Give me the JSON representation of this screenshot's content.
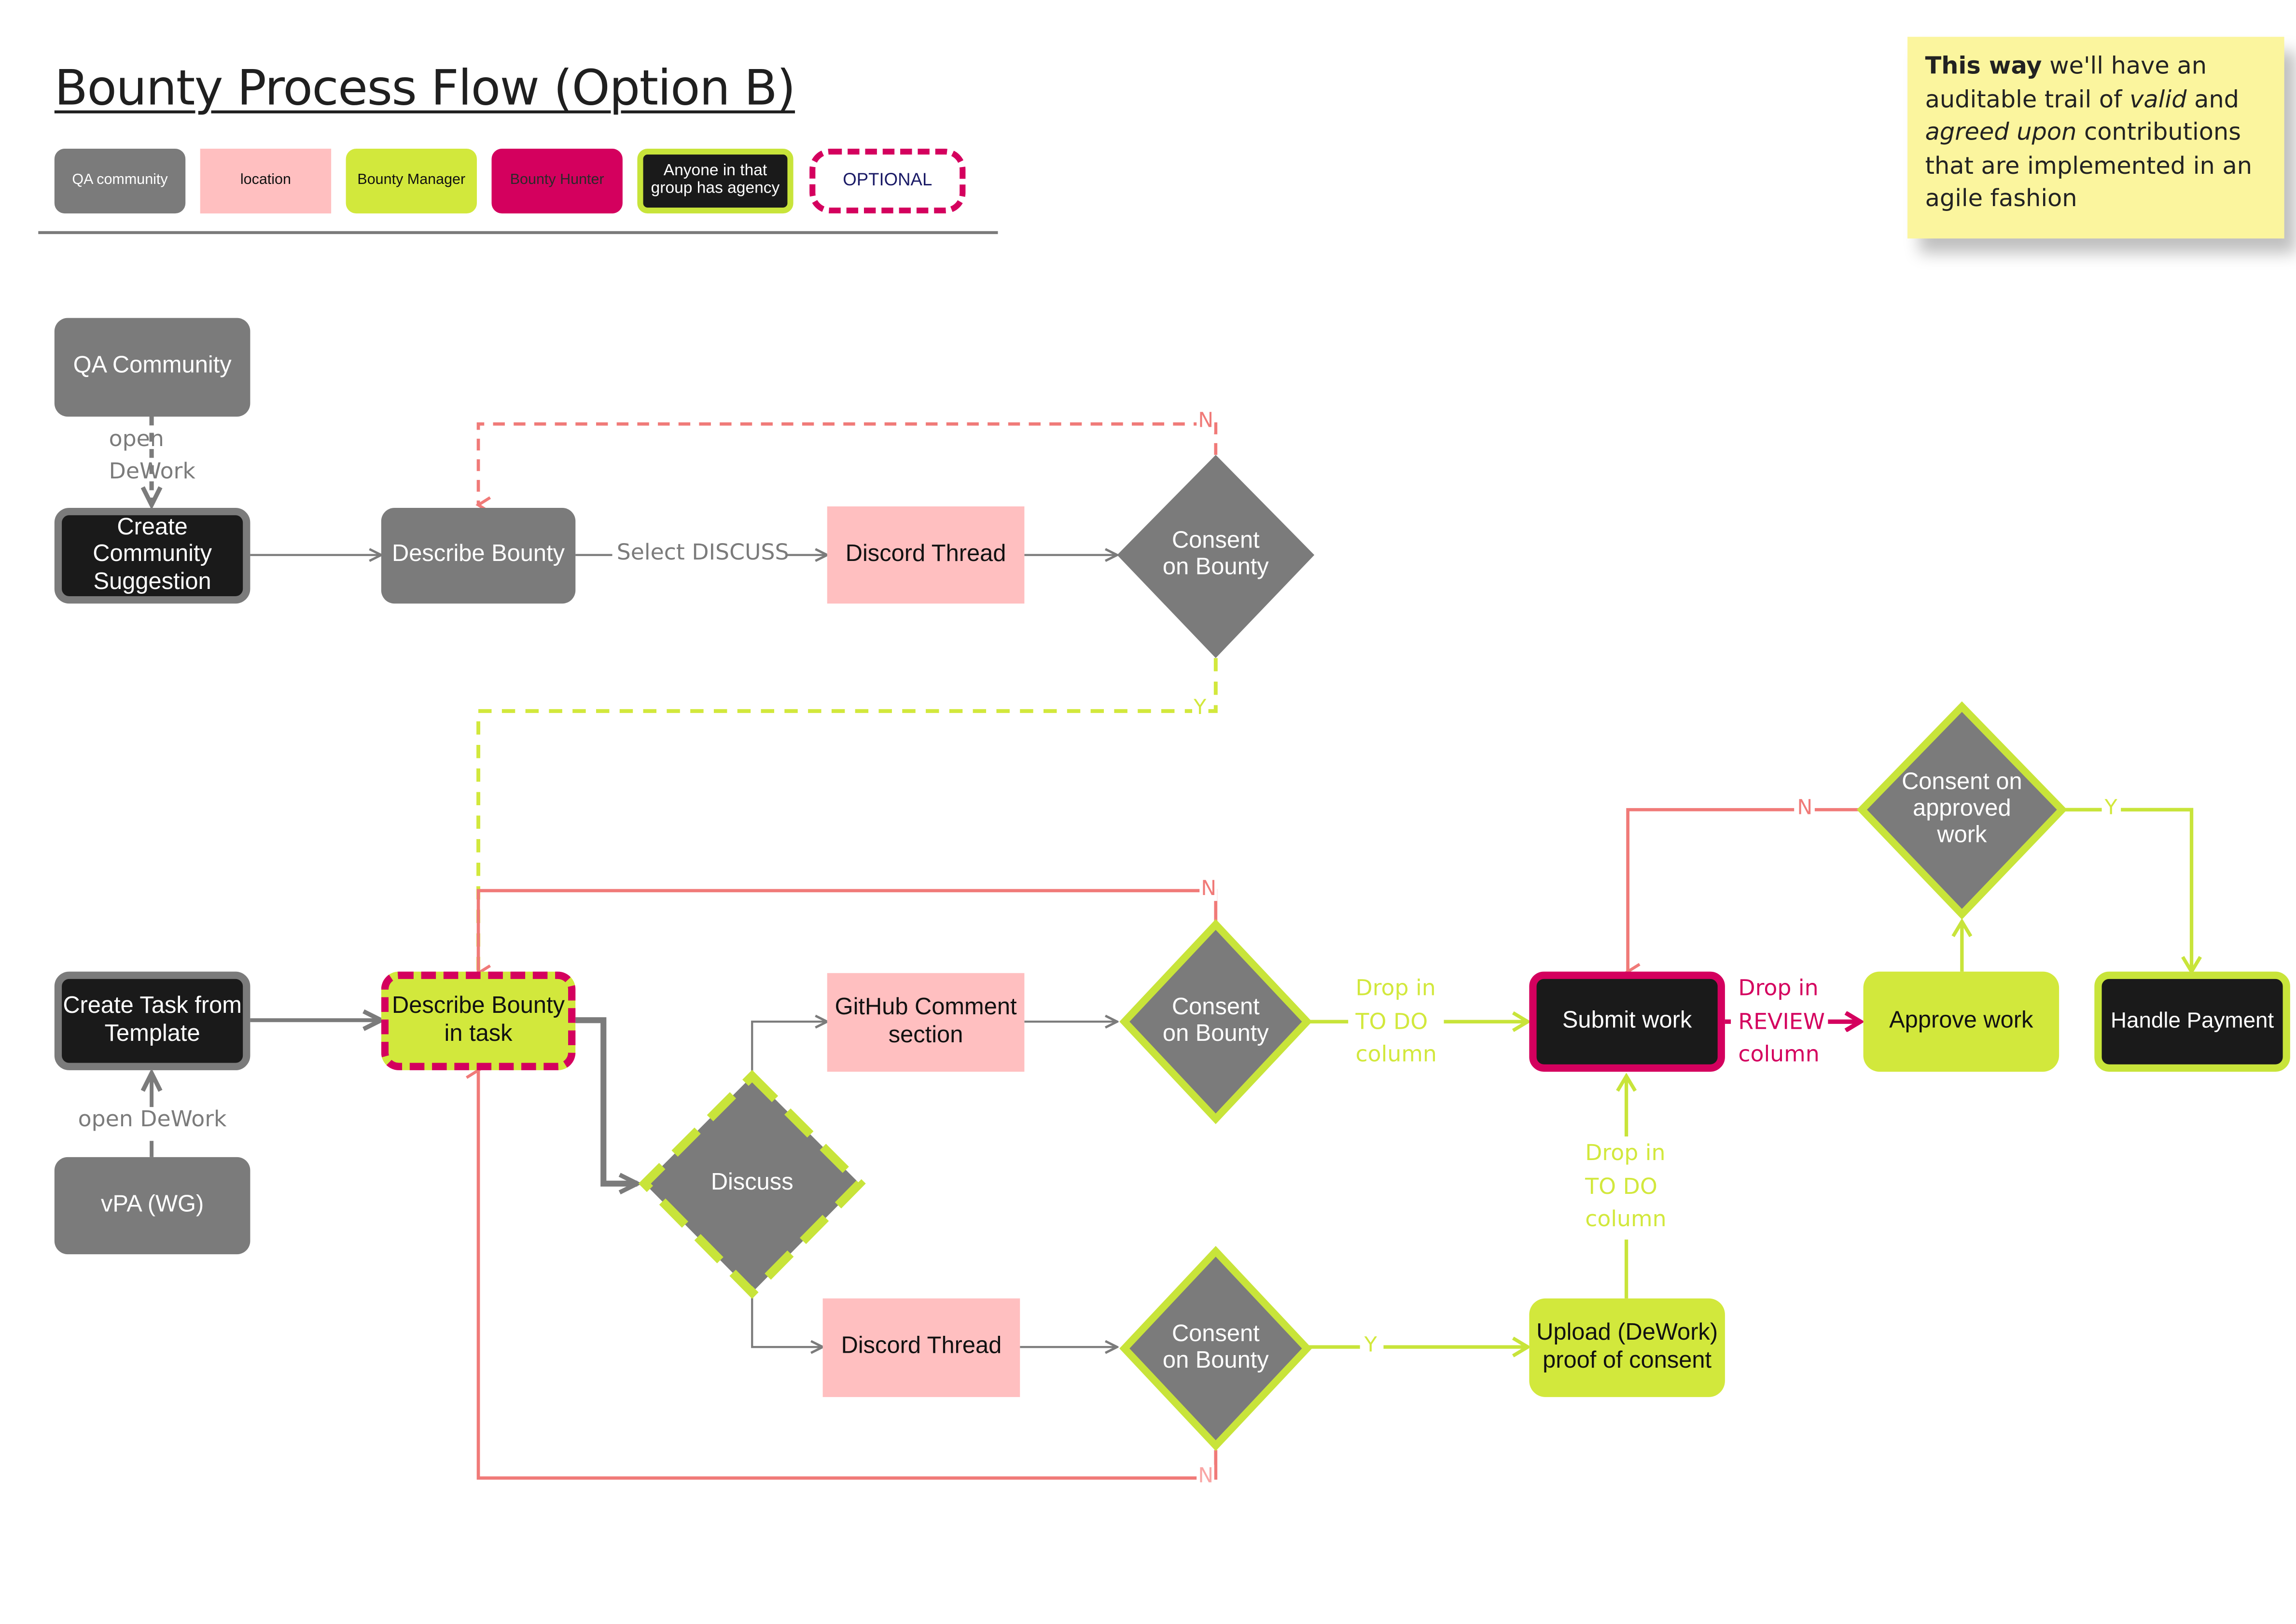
{
  "title": "Bounty Process Flow (Option B)",
  "legend": {
    "qa_community": "QA community",
    "location": "location",
    "bounty_manager": "Bounty Manager",
    "bounty_hunter": "Bounty Hunter",
    "agency": "Anyone in that group has agency",
    "optional": "OPTIONAL"
  },
  "note": {
    "bold": "This way",
    "t1": " we'll have an auditable trail of ",
    "i1": "valid",
    "t2": " and ",
    "i2": "agreed upon",
    "t3": " contributions that are implemented in an agile fashion"
  },
  "nodes": {
    "qa_community": "QA Community",
    "create_suggestion": "Create Community Suggestion",
    "describe_bounty": "Describe Bounty",
    "discord_thread_top": "Discord Thread",
    "consent_top": "Consent on Bounty",
    "create_task": "Create Task from Template",
    "vpa": "vPA (WG)",
    "describe_in_task": "Describe Bounty in task",
    "github": "GitHub Comment section",
    "discuss": "Discuss",
    "discord_thread_bottom": "Discord Thread",
    "consent_mid": "Consent on Bounty",
    "consent_low": "Consent on Bounty",
    "submit": "Submit work",
    "approve": "Approve work",
    "consent_approved": "Consent on approved work",
    "handle_payment": "Handle Payment",
    "upload": "Upload (DeWork) proof of consent"
  },
  "edge_labels": {
    "open_dework_top": "open DeWork",
    "select_discuss": "Select DISCUSS",
    "open_dework_bottom": "open DeWork",
    "drop_todo_1": "Drop in TO DO column",
    "drop_review": "Drop in REVIEW column",
    "drop_todo_2": "Drop in TO DO column",
    "n_top": "N",
    "y_top": "Y",
    "n_mid": "N",
    "n_low": "N",
    "y_low": "Y",
    "n_approved": "N",
    "y_approved": "Y"
  },
  "colors": {
    "gray": "#7b7b7b",
    "pink": "#ffbfc0",
    "lime": "#d2e83c",
    "magenta": "#d4005e",
    "black": "#1a1a1a",
    "salmon_line": "#f07a78",
    "note_yellow": "#fbf59e"
  }
}
